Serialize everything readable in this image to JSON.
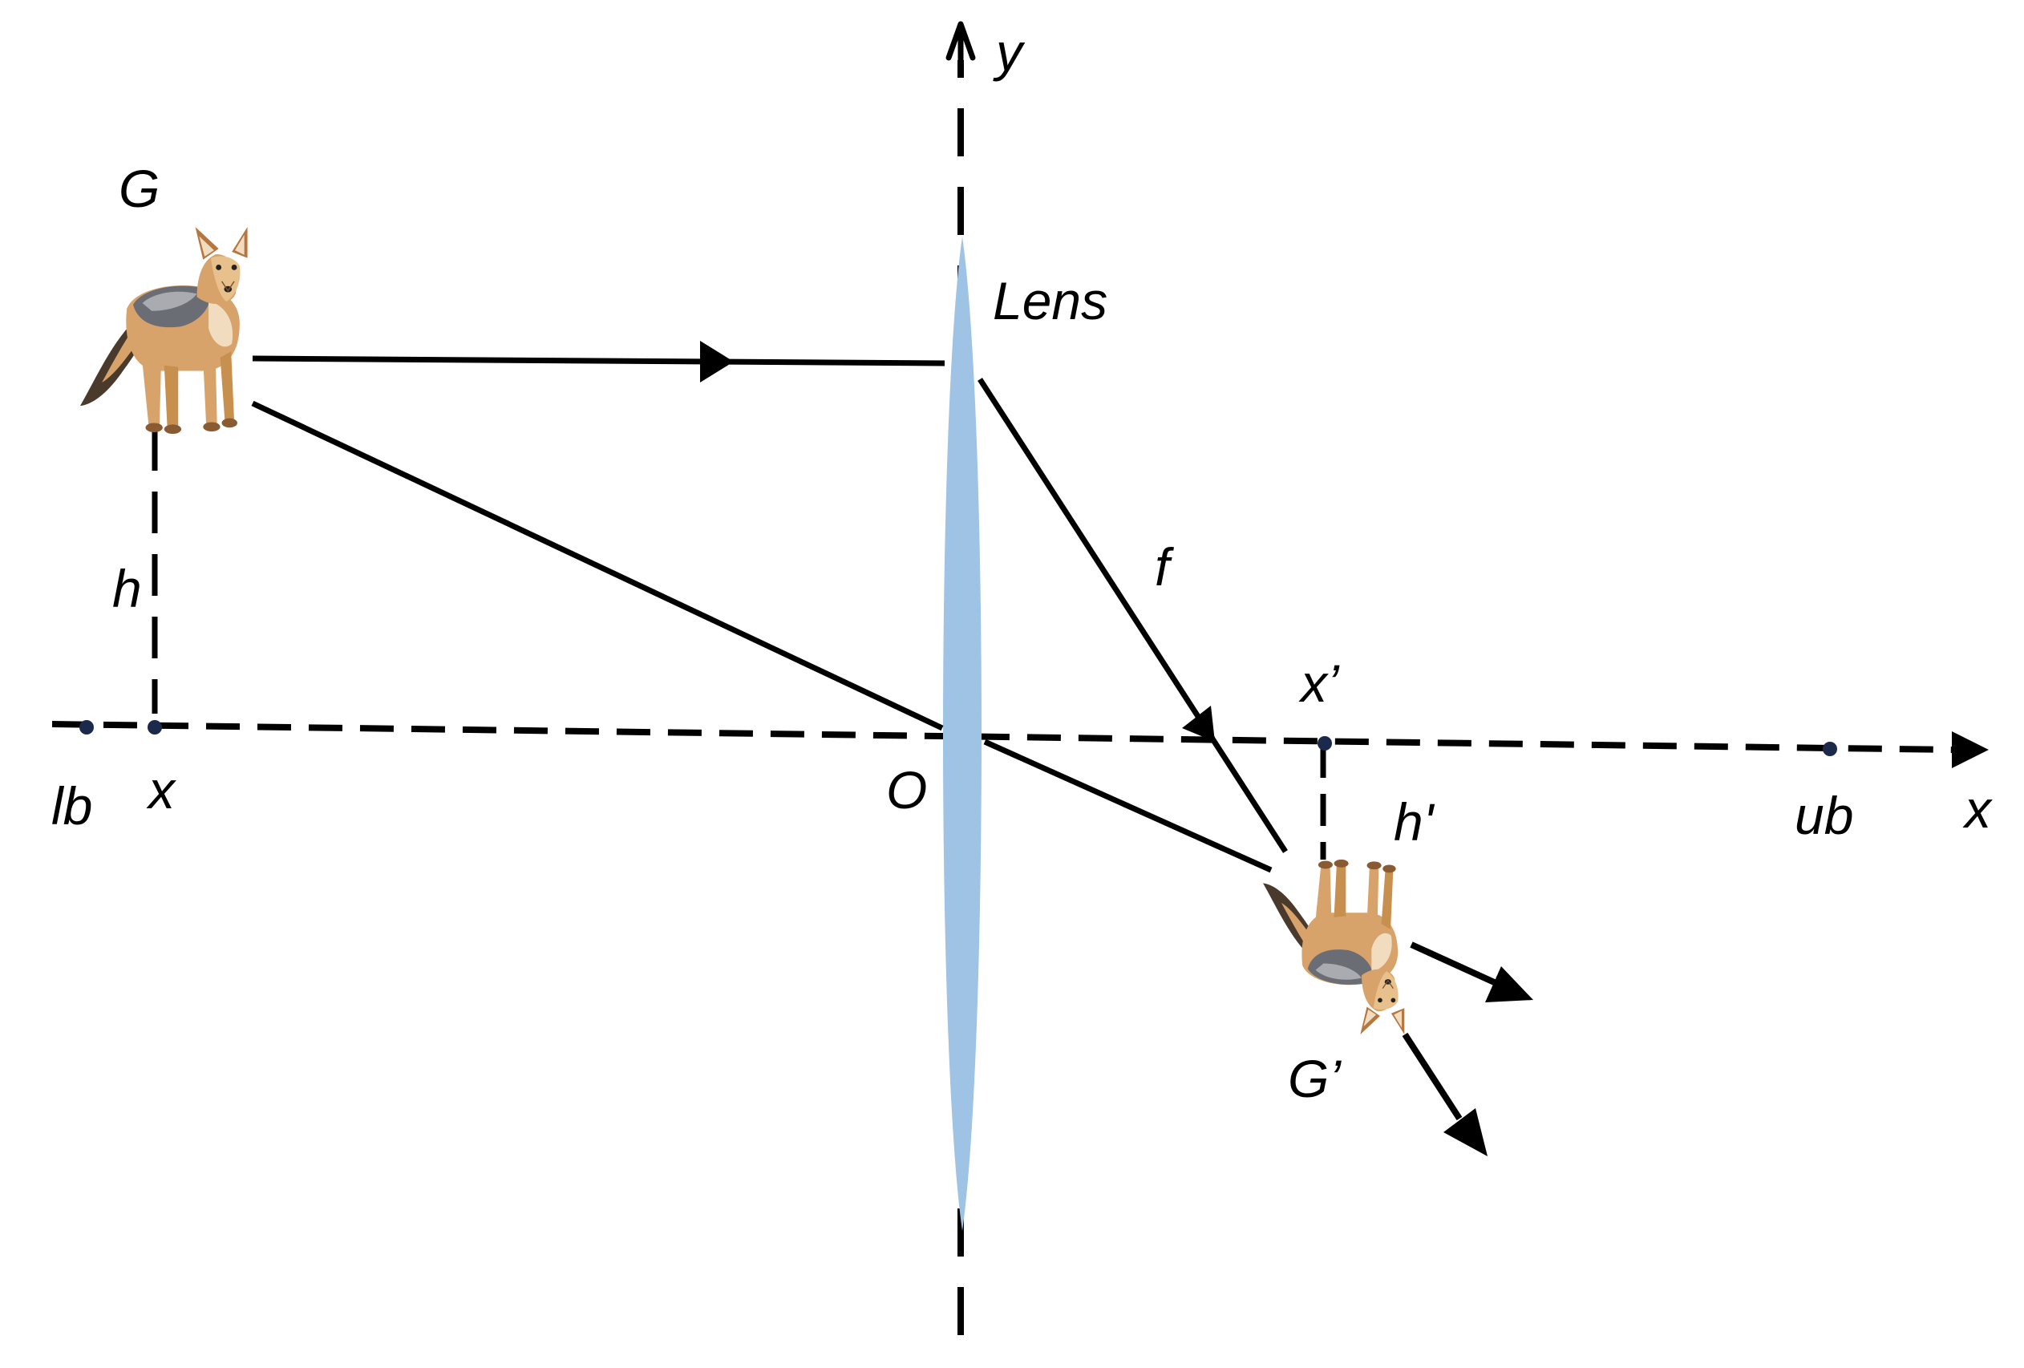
{
  "labels": {
    "object": "G",
    "image": "G’",
    "lens": "Lens",
    "y_axis": "y",
    "x_axis": "x",
    "origin": "O",
    "focal_length": "f",
    "object_height": "h",
    "image_height": "h'",
    "object_position": "x",
    "image_position": "x’",
    "lower_bound": "lb",
    "upper_bound": "ub"
  },
  "colors": {
    "lens": "#9fc3e5",
    "ink": "#000000",
    "point": "#1b2a4a",
    "fur": "#d7a36a",
    "fur_light": "#f1dcc0",
    "fur_dark": "#8a5a33",
    "saddle": "#6b6d74"
  },
  "icons": {
    "object": "jackal-upright-icon",
    "image": "jackal-inverted-icon"
  }
}
